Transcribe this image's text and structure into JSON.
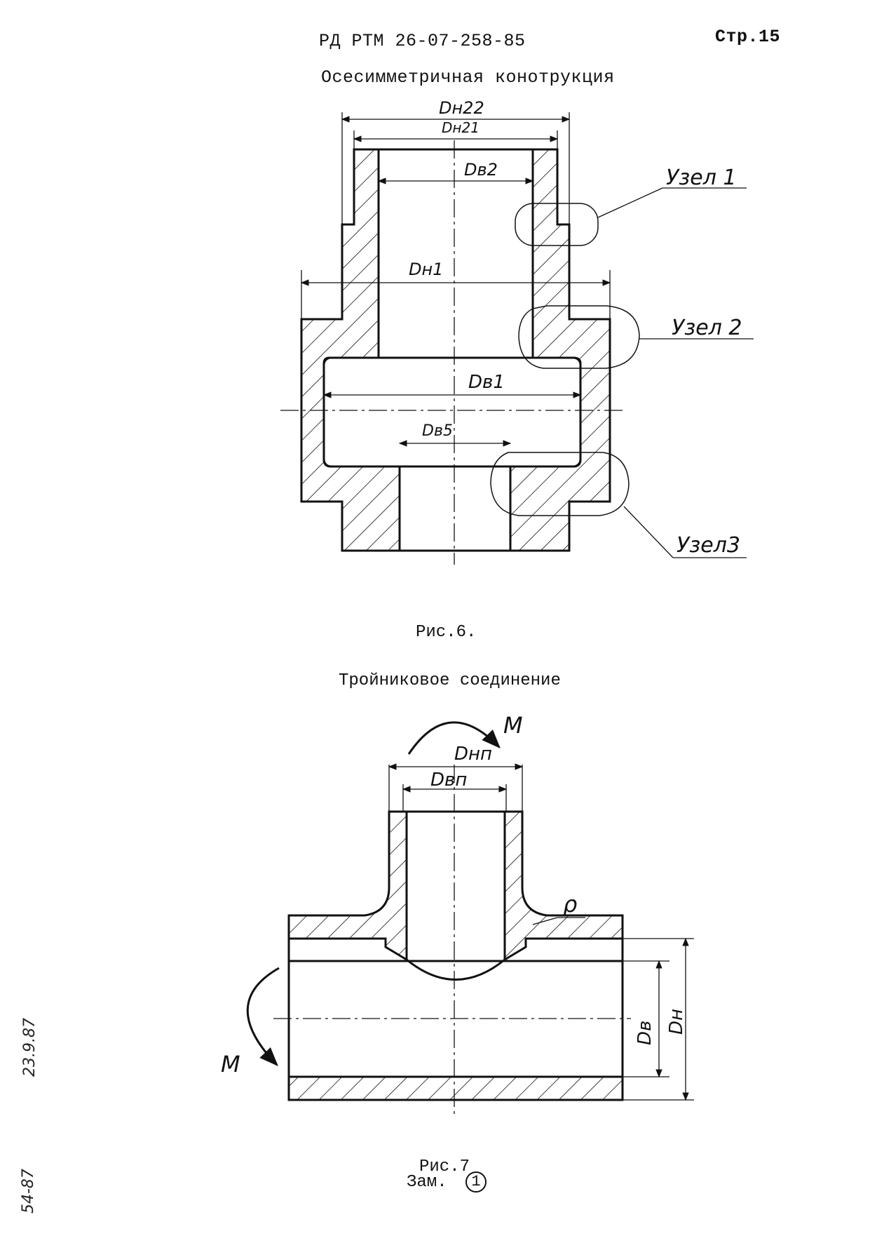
{
  "header": {
    "doc_code": "РД РТМ 26-07-258-85",
    "page_label": "Стр.15"
  },
  "figure6": {
    "title": "Осесимметричная конотрукция",
    "caption": "Рис.6.",
    "dims": {
      "dn22": "Dн22",
      "dn21": "Dн21",
      "dv2": "Dв2",
      "dn1": "Dн1",
      "dv1": "Dв1",
      "dv5": "Dв5"
    },
    "nodes": [
      "Узел 1",
      "Узел 2",
      "Узел3"
    ]
  },
  "figure7": {
    "title": "Тройниковое соединение",
    "caption": "Рис.7",
    "amendment": "Зам.",
    "amendment_num": "1",
    "dims": {
      "dnp": "Dнп",
      "dvp": "Dвп",
      "dv": "Dв",
      "dn": "Dн",
      "rho": "ρ",
      "moment_top": "M",
      "moment_left": "M"
    }
  },
  "margin_stamp": {
    "text_1": "54-87",
    "text_2": "23.9.87"
  }
}
